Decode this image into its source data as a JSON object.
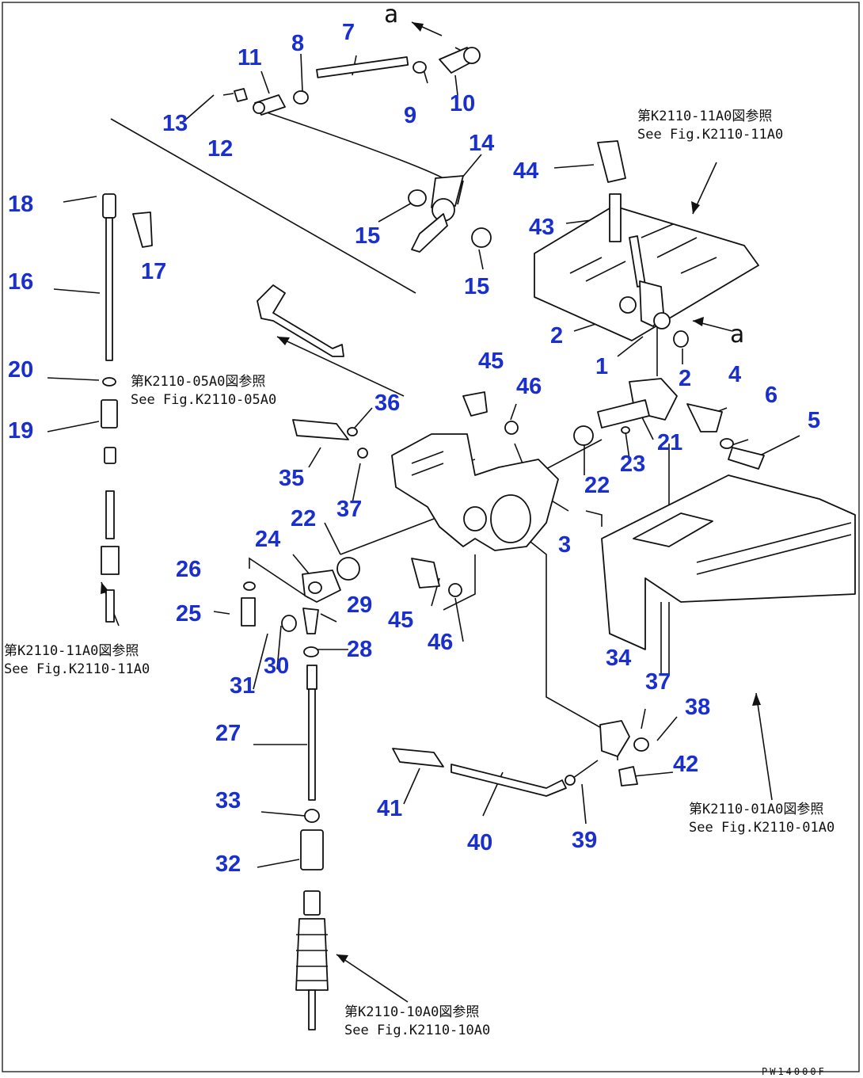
{
  "parts": [
    {
      "id": "p1",
      "label": "1"
    },
    {
      "id": "p2a",
      "label": "2"
    },
    {
      "id": "p2b",
      "label": "2"
    },
    {
      "id": "p3",
      "label": "3"
    },
    {
      "id": "p4",
      "label": "4"
    },
    {
      "id": "p5",
      "label": "5"
    },
    {
      "id": "p6",
      "label": "6"
    },
    {
      "id": "p7",
      "label": "7"
    },
    {
      "id": "p8",
      "label": "8"
    },
    {
      "id": "p9",
      "label": "9"
    },
    {
      "id": "p10",
      "label": "10"
    },
    {
      "id": "p11",
      "label": "11"
    },
    {
      "id": "p12",
      "label": "12"
    },
    {
      "id": "p13",
      "label": "13"
    },
    {
      "id": "p14",
      "label": "14"
    },
    {
      "id": "p15a",
      "label": "15"
    },
    {
      "id": "p15b",
      "label": "15"
    },
    {
      "id": "p16",
      "label": "16"
    },
    {
      "id": "p17",
      "label": "17"
    },
    {
      "id": "p18",
      "label": "18"
    },
    {
      "id": "p19",
      "label": "19"
    },
    {
      "id": "p20",
      "label": "20"
    },
    {
      "id": "p21",
      "label": "21"
    },
    {
      "id": "p22a",
      "label": "22"
    },
    {
      "id": "p22b",
      "label": "22"
    },
    {
      "id": "p23",
      "label": "23"
    },
    {
      "id": "p24",
      "label": "24"
    },
    {
      "id": "p25",
      "label": "25"
    },
    {
      "id": "p26",
      "label": "26"
    },
    {
      "id": "p27",
      "label": "27"
    },
    {
      "id": "p28",
      "label": "28"
    },
    {
      "id": "p29",
      "label": "29"
    },
    {
      "id": "p30",
      "label": "30"
    },
    {
      "id": "p31",
      "label": "31"
    },
    {
      "id": "p32",
      "label": "32"
    },
    {
      "id": "p33",
      "label": "33"
    },
    {
      "id": "p34",
      "label": "34"
    },
    {
      "id": "p35",
      "label": "35"
    },
    {
      "id": "p36",
      "label": "36"
    },
    {
      "id": "p37a",
      "label": "37"
    },
    {
      "id": "p37b",
      "label": "37"
    },
    {
      "id": "p38",
      "label": "38"
    },
    {
      "id": "p39",
      "label": "39"
    },
    {
      "id": "p40",
      "label": "40"
    },
    {
      "id": "p41",
      "label": "41"
    },
    {
      "id": "p42",
      "label": "42"
    },
    {
      "id": "p43",
      "label": "43"
    },
    {
      "id": "p44",
      "label": "44"
    },
    {
      "id": "p45a",
      "label": "45"
    },
    {
      "id": "p45b",
      "label": "45"
    },
    {
      "id": "p46a",
      "label": "46"
    },
    {
      "id": "p46b",
      "label": "46"
    }
  ],
  "refs": [
    {
      "id": "ref-11a0-top",
      "jp": "第K2110-11A0図参照",
      "en": "See Fig.K2110-11A0"
    },
    {
      "id": "ref-05a0",
      "jp": "第K2110-05A0図参照",
      "en": "See Fig.K2110-05A0"
    },
    {
      "id": "ref-11a0-left",
      "jp": "第K2110-11A0図参照",
      "en": "See Fig.K2110-11A0"
    },
    {
      "id": "ref-01a0",
      "jp": "第K2110-01A0図参照",
      "en": "See Fig.K2110-01A0"
    },
    {
      "id": "ref-10a0",
      "jp": "第K2110-10A0図参照",
      "en": "See Fig.K2110-10A0"
    }
  ],
  "markers": {
    "a_top": "a",
    "a_right": "a"
  },
  "drawing_code": "PW14000F",
  "colors": {
    "part_number": "#1a2fd0",
    "line": "#111111",
    "background": "#ffffff"
  }
}
